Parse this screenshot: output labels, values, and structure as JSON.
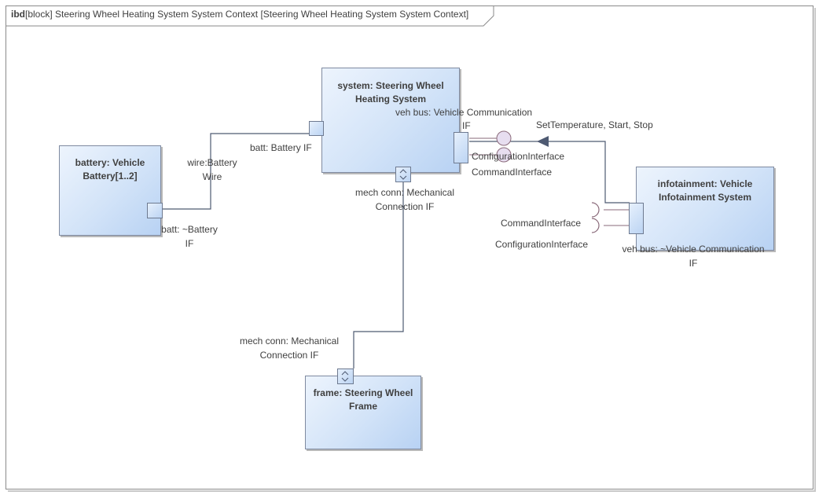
{
  "diagram": {
    "kind": "ibd",
    "header": "[block] Steering Wheel Heating System System Context [Steering Wheel Heating System System Context]"
  },
  "blocks": {
    "system": {
      "line1": "system: Steering Wheel",
      "line2": "Heating System"
    },
    "battery": {
      "line1": "battery: Vehicle",
      "line2": "Battery[1..2]"
    },
    "infotainment": {
      "line1": "infotainment: Vehicle",
      "line2": "Infotainment System"
    },
    "frame": {
      "line1": "frame: Steering Wheel",
      "line2": "Frame"
    }
  },
  "ports": {
    "system_batt": "batt: Battery IF",
    "system_vehbus_1": "veh bus: Vehicle Communication",
    "system_vehbus_2": "IF",
    "system_mech_1": "mech conn: Mechanical",
    "system_mech_2": "Connection IF",
    "battery_batt_1": "batt: ~Battery",
    "battery_batt_2": "IF",
    "info_vehbus_1": "veh bus: ~Vehicle Communication",
    "info_vehbus_2": "IF",
    "frame_mech_1": "mech conn: Mechanical",
    "frame_mech_2": "Connection IF"
  },
  "connectors": {
    "wire_1": "wire:Battery",
    "wire_2": "Wire",
    "messages": "SetTemperature, Start, Stop"
  },
  "interfaces": {
    "provided_config": "ConfigurationInterface",
    "provided_command": "CommandInterface",
    "required_command": "CommandInterface",
    "required_config": "ConfigurationInterface"
  },
  "colors": {
    "block_fill": "#c9ddf6",
    "line": "#4e5a72",
    "lollipop_fill": "#e7def0"
  }
}
